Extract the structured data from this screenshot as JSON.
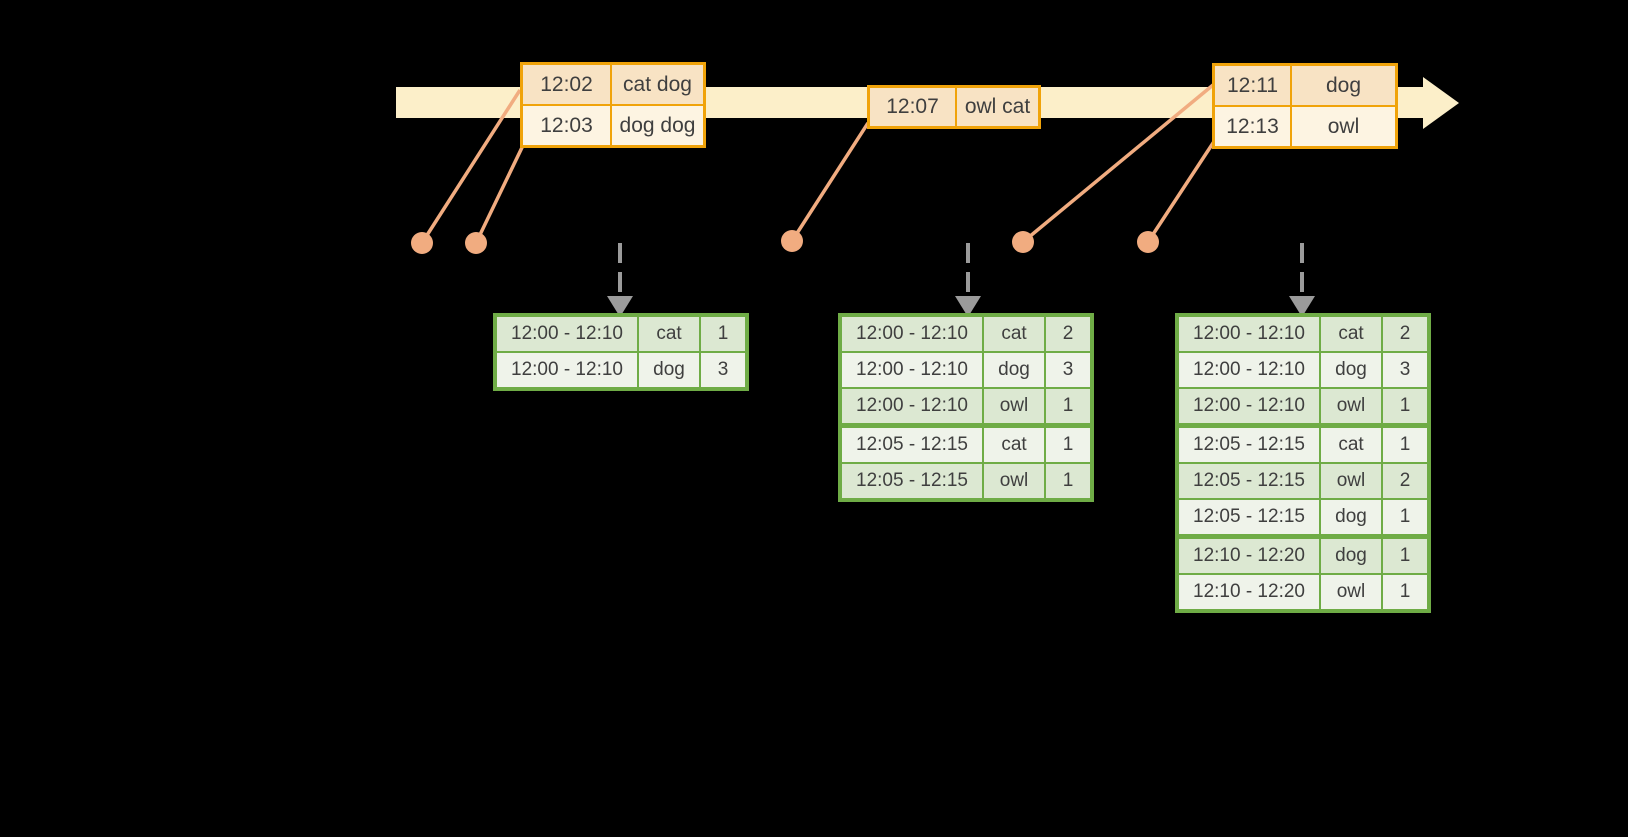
{
  "colors": {
    "background": "#000000",
    "timeline_fill": "#FCEFC9",
    "event_table_border": "#F0A30A",
    "event_row_fill_dark": "#F8E3C4",
    "event_row_fill_light": "#FDF4E2",
    "event_marker": "#F1AC80",
    "trigger_arrow": "#9B9B9B",
    "result_table_border": "#6FAC46",
    "result_row_fill_dark": "#DCE8D2",
    "result_row_fill_light": "#EFF3EA",
    "text": "#3F3F3F"
  },
  "timeline": {
    "event_tables": [
      {
        "rows": [
          {
            "time": "12:02",
            "words": "cat dog"
          },
          {
            "time": "12:03",
            "words": "dog dog"
          }
        ]
      },
      {
        "rows": [
          {
            "time": "12:07",
            "words": "owl cat"
          }
        ]
      },
      {
        "rows": [
          {
            "time": "12:11",
            "words": "dog"
          },
          {
            "time": "12:13",
            "words": "owl"
          }
        ]
      }
    ]
  },
  "result_tables": [
    {
      "rows": [
        {
          "window": "12:00 - 12:10",
          "word": "cat",
          "count": "1"
        },
        {
          "window": "12:00 - 12:10",
          "word": "dog",
          "count": "3"
        }
      ]
    },
    {
      "rows": [
        {
          "window": "12:00 - 12:10",
          "word": "cat",
          "count": "2"
        },
        {
          "window": "12:00 - 12:10",
          "word": "dog",
          "count": "3"
        },
        {
          "window": "12:00 - 12:10",
          "word": "owl",
          "count": "1"
        },
        {
          "window": "12:05 - 12:15",
          "word": "cat",
          "count": "1"
        },
        {
          "window": "12:05 - 12:15",
          "word": "owl",
          "count": "1"
        }
      ]
    },
    {
      "rows": [
        {
          "window": "12:00 - 12:10",
          "word": "cat",
          "count": "2"
        },
        {
          "window": "12:00 - 12:10",
          "word": "dog",
          "count": "3"
        },
        {
          "window": "12:00 - 12:10",
          "word": "owl",
          "count": "1"
        },
        {
          "window": "12:05 - 12:15",
          "word": "cat",
          "count": "1"
        },
        {
          "window": "12:05 - 12:15",
          "word": "owl",
          "count": "2"
        },
        {
          "window": "12:05 - 12:15",
          "word": "dog",
          "count": "1"
        },
        {
          "window": "12:10 - 12:20",
          "word": "dog",
          "count": "1"
        },
        {
          "window": "12:10 - 12:20",
          "word": "owl",
          "count": "1"
        }
      ]
    }
  ]
}
